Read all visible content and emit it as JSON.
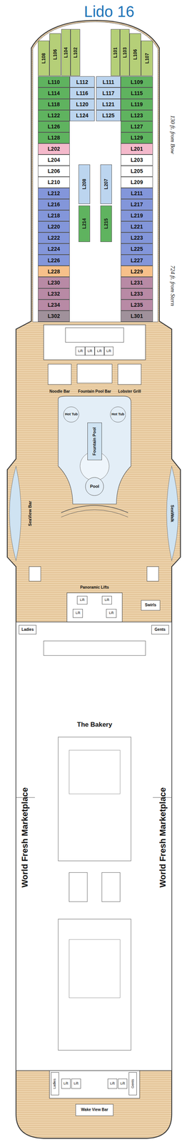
{
  "diagram": {
    "title": "Lido 16",
    "nodes": [
      {
        "text": [
          "L108"
        ]
      },
      {
        "text": [
          "L106"
        ]
      },
      {
        "text": [
          "L104"
        ]
      },
      {
        "text": [
          "L102"
        ]
      },
      {
        "text": [
          "L101"
        ]
      },
      {
        "text": [
          "L103"
        ]
      },
      {
        "text": [
          "L106"
        ]
      },
      {
        "text": [
          "L107"
        ]
      },
      {
        "text": [
          "L110"
        ]
      },
      {
        "text": [
          "L112"
        ]
      },
      {
        "text": [
          "L111"
        ]
      },
      {
        "text": [
          "L109"
        ]
      },
      {
        "text": [
          "L114"
        ]
      },
      {
        "text": [
          "L116"
        ]
      },
      {
        "text": [
          "L117"
        ]
      },
      {
        "text": [
          "L115"
        ]
      },
      {
        "text": [
          "L118"
        ]
      },
      {
        "text": [
          "L120"
        ]
      },
      {
        "text": [
          "L121"
        ]
      },
      {
        "text": [
          "L119"
        ]
      },
      {
        "text": [
          "L122"
        ]
      },
      {
        "text": [
          "L124"
        ]
      },
      {
        "text": [
          "L125"
        ]
      },
      {
        "text": [
          "L123"
        ]
      },
      {
        "text": [
          "L126"
        ]
      },
      {
        "text": [
          "L127"
        ]
      },
      {
        "text": [
          "L128"
        ]
      },
      {
        "text": [
          "L129"
        ]
      },
      {
        "text": [
          "L202"
        ]
      },
      {
        "text": [
          "L201"
        ]
      },
      {
        "text": [
          "L204"
        ]
      },
      {
        "text": [
          "L203"
        ]
      },
      {
        "text": [
          "L206"
        ]
      },
      {
        "text": [
          "L205"
        ]
      },
      {
        "text": [
          "L210"
        ]
      },
      {
        "text": [
          "L209"
        ]
      },
      {
        "text": [
          "L212"
        ]
      },
      {
        "text": [
          "L211"
        ]
      },
      {
        "text": [
          "L216"
        ]
      },
      {
        "text": [
          "L217"
        ]
      },
      {
        "text": [
          "L218"
        ]
      },
      {
        "text": [
          "L219"
        ]
      },
      {
        "text": [
          "L220"
        ]
      },
      {
        "text": [
          "L221"
        ]
      },
      {
        "text": [
          "L222"
        ]
      },
      {
        "text": [
          "L223"
        ]
      },
      {
        "text": [
          "L224"
        ]
      },
      {
        "text": [
          "L225"
        ]
      },
      {
        "text": [
          "L226"
        ]
      },
      {
        "text": [
          "L227"
        ]
      },
      {
        "text": [
          "L228"
        ]
      },
      {
        "text": [
          "L229"
        ]
      },
      {
        "text": [
          "L230"
        ]
      },
      {
        "text": [
          "L231"
        ]
      },
      {
        "text": [
          "L232"
        ]
      },
      {
        "text": [
          "L233"
        ]
      },
      {
        "text": [
          "L234"
        ]
      },
      {
        "text": [
          "L235"
        ]
      },
      {
        "text": [
          "L302"
        ]
      },
      {
        "text": [
          "L301"
        ]
      },
      {
        "text": [
          "L208"
        ]
      },
      {
        "text": [
          "L207"
        ]
      },
      {
        "text": [
          "L214"
        ]
      },
      {
        "text": [
          "L215"
        ]
      },
      {
        "text": [
          "Lift"
        ]
      },
      {
        "text": [
          "Lift"
        ]
      },
      {
        "text": [
          "Lift"
        ]
      },
      {
        "text": [
          "Lift"
        ]
      },
      {
        "text": [
          "Hot Tub"
        ]
      },
      {
        "text": [
          "Hot Tub"
        ]
      },
      {
        "text": [
          "Fountain Pool"
        ]
      },
      {
        "text": [
          "Pool"
        ]
      },
      {
        "text": [
          "Lift"
        ]
      },
      {
        "text": [
          "Lift"
        ]
      },
      {
        "text": [
          "Lift"
        ]
      },
      {
        "text": [
          "Lift"
        ]
      },
      {
        "text": [
          "Swirls"
        ]
      },
      {
        "text": [
          "Ladies"
        ]
      },
      {
        "text": [
          "Gents"
        ]
      },
      {
        "text": [
          "Ladies"
        ]
      },
      {
        "text": [
          "Lift"
        ]
      },
      {
        "text": [
          "Lift"
        ]
      },
      {
        "text": [
          "Lift"
        ]
      },
      {
        "text": [
          "Lift"
        ]
      },
      {
        "text": [
          "Gents"
        ]
      },
      {
        "text": [
          "Wake View Bar"
        ]
      }
    ],
    "labels": [
      "130 ft. from Bow",
      "724 ft. from Stern",
      "Noodle Bar",
      "Fountain Pool Bar",
      "Lobster Grill",
      "SeaView Bar",
      "SeaWalk",
      "Panoramic Lifts",
      "The Bakery",
      "World Fresh Marketplace",
      "World Fresh Marketplace"
    ]
  }
}
